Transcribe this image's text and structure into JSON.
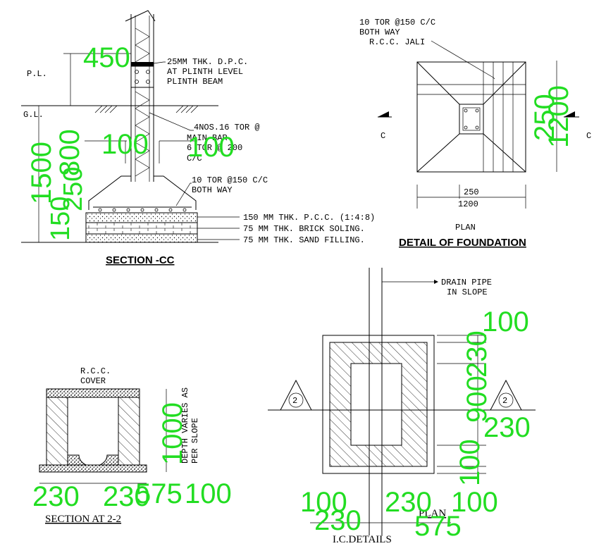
{
  "section_cc": {
    "title": "SECTION -CC",
    "labels": {
      "pl": "P.L.",
      "gl": "G.L.",
      "dpc_1": "25MM THK. D.P.C.",
      "dpc_2": "AT PLINTH LEVEL",
      "dpc_3": "PLINTH BEAM",
      "bar_1": "4NOS.16 TOR @",
      "bar_2": "MAIN BAR",
      "bar_3": "6 TOR @ 200",
      "bar_4": "C/C",
      "tor_1": "10 TOR @150 C/C",
      "tor_2": "BOTH WAY",
      "pcc": "150  MM  THK.  P.C.C.  (1:4:8)",
      "brick": "75   MM  THK.  BRICK  SOLING.",
      "sand": "75   MM  THK.  SAND  FILLING."
    },
    "dims": {
      "d450": "450",
      "d1500": "1500",
      "d800": "800",
      "d250": "250",
      "d150": "150",
      "d100a": "100",
      "d100b": "100"
    }
  },
  "foundation_plan": {
    "title": "DETAIL OF FOUNDATION",
    "labels": {
      "tor_1": "10 TOR @150 C/C",
      "tor_2": "BOTH WAY",
      "tor_3": "R.C.C. JALI",
      "plan": "PLAN",
      "w250": "250",
      "w1200": "1200",
      "c_left": "C",
      "c_right": "C"
    },
    "dims": {
      "d250": "250",
      "d1200": "1200"
    }
  },
  "section_22": {
    "title": "SECTION AT 2-2",
    "labels": {
      "cover_1": "R.C.C.",
      "cover_2": "COVER",
      "depth_1": "DEPTH VARIES AS",
      "depth_2": "PER SLOPE"
    },
    "dims": {
      "d1000": "1000",
      "d230a": "230",
      "d230b": "230",
      "d575": "575",
      "d100": "100"
    }
  },
  "ic_details": {
    "title": "I.C.DETAILS",
    "labels": {
      "drain_1": "DRAIN PIPE",
      "drain_2": "IN SLOPE",
      "plan": "PLAN",
      "mark_left": "2",
      "mark_right": "2"
    },
    "dims": {
      "d100a": "100",
      "d230a": "230",
      "d900": "900",
      "d230b": "230",
      "d100b": "100",
      "b100": "100",
      "b230a": "230",
      "b230b": "230",
      "b100b": "100",
      "b575": "575"
    }
  }
}
